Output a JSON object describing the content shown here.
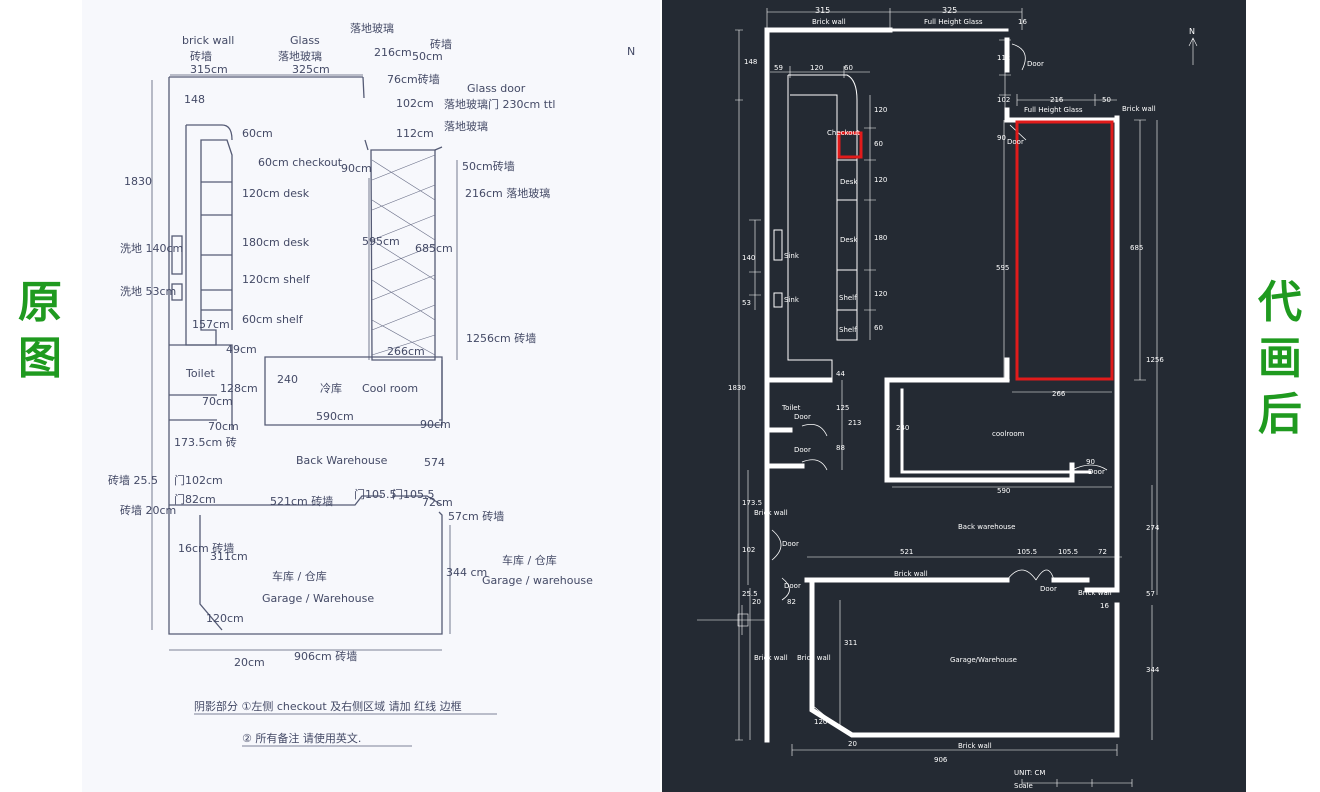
{
  "labels": {
    "left": [
      "原",
      "图"
    ],
    "right": [
      "代",
      "画",
      "后"
    ]
  },
  "colors": {
    "green": "#1f9a1f",
    "cad_bg": "#242a33",
    "highlight": "#e11b1b",
    "sketch_ink": "#444a66",
    "paper": "#f7f8fc"
  },
  "sketch": {
    "north": "N",
    "brick_wall_top": "brick wall",
    "brick_cn_top": "砖墙",
    "glass_top": "Glass",
    "glass_cn_top": "落地玻璃",
    "glass_cn_top2": "落地玻璃",
    "d315": "315cm",
    "d325": "325cm",
    "d216_top": "216cm",
    "brick_cn_2": "砖墙",
    "d50": "50cm",
    "d148": "148",
    "d76": "76cm砖墙",
    "glass_door": "Glass door",
    "glass_door_cn": "落地玻璃门 230cm ttl",
    "glass_cn_3": "落地玻璃",
    "d102": "102cm",
    "d112": "112cm",
    "d60": "60cm",
    "checkout_60": "60cm checkout",
    "desk_120": "120cm desk",
    "desk_180": "180cm desk",
    "shelf_120": "120cm shelf",
    "shelf_60": "60cm shelf",
    "d90": "90cm",
    "d50_brick": "50cm砖墙",
    "d216_glass": "216cm 落地玻璃",
    "d595": "595cm",
    "d685": "685cm",
    "d1830": "1830",
    "sink_140": "洗地 140cm",
    "sink_53": "洗地 53cm",
    "d157": "157cm",
    "d49": "49cm",
    "toilet": "Toilet",
    "d128": "128cm",
    "d70a": "70cm",
    "d70b": "70cm",
    "d266": "266cm",
    "d240": "240",
    "cool_room_cn": "冷库",
    "cool_room": "Cool room",
    "d590": "590cm",
    "d90b": "90cm",
    "d1256": "1256cm 砖墙",
    "d1735": "173.5cm 砖",
    "back_warehouse": "Back Warehouse",
    "d574": "574",
    "brick_255": "砖墙 25.5",
    "d102b": "门102cm",
    "d82": "门82cm",
    "brick_20": "砖墙 20cm",
    "d521": "521cm 砖墙",
    "door_1055a": "门105.5",
    "door_1055b": "门105.5",
    "d72": "72cm",
    "d57": "57cm 砖墙",
    "d16": "16cm 砖墙",
    "d311": "311cm",
    "garage_cn": "车库 / 仓库",
    "garage": "Garage / Warehouse",
    "d344": "344 cm",
    "garage_cn_r": "车库 / 仓库",
    "garage_r": "Garage / warehouse",
    "d120": "120cm",
    "d20": "20cm",
    "d906": "906cm 砖墙",
    "note1": "阴影部分 ①左侧 checkout 及右侧区域 请加 红线 边框",
    "note2": "② 所有备注 请使用英文."
  },
  "cad": {
    "north": "N",
    "d315": "315",
    "d325": "325",
    "brick_wall_top": "Brick wall",
    "full_height_glass_top": "Full Height Glass",
    "d16_top": "16",
    "d148": "148",
    "d59": "59",
    "d120_top": "120",
    "d60_top": "60",
    "d112": "112",
    "door_top": "Door",
    "d102": "102",
    "d216": "216",
    "d50": "50",
    "full_height_glass_mid": "Full Height Glass",
    "brick_wall_mid": "Brick wall",
    "d90_left": "90",
    "door_mid": "Door",
    "checkout": "Checkout",
    "v120a": "120",
    "v60": "60",
    "v120b": "120",
    "v180": "180",
    "v120c": "120",
    "v60b": "60",
    "desk1": "Desk",
    "desk2": "Desk",
    "shelf1": "Shelf",
    "shelf2": "Shelf",
    "d140": "140",
    "d53": "53",
    "sink1": "Sink",
    "sink2": "Sink",
    "d595": "595",
    "d685": "685",
    "d1256": "1256",
    "d1830": "1830",
    "d44": "44",
    "d125": "125",
    "d213": "213",
    "d88": "88",
    "toilet": "Toilet",
    "door_toilet": "Door",
    "door_toilet2": "Door",
    "d266": "266",
    "d240": "240",
    "coolroom": "coolroom",
    "d90_cool": "90",
    "door_cool": "Door",
    "d590": "590",
    "d1735": "173.5",
    "brick_wall_left": "Brick wall",
    "back_warehouse": "Back warehouse",
    "d274": "274",
    "d102b": "102",
    "door_left": "Door",
    "d521": "521",
    "d1055a": "105.5",
    "d1055b": "105.5",
    "d72": "72",
    "brick_wall_row": "Brick wall",
    "door_row": "Door",
    "brick_wall_row_r": "Brick wall",
    "d57": "57",
    "d16": "16",
    "d255": "25.5",
    "d20": "20",
    "d82": "82",
    "door_small": "Door",
    "d311": "311",
    "brick_wall_v1": "Brick wall",
    "brick_wall_v2": "Brick wall",
    "garage": "Garage/Warehouse",
    "d344": "344",
    "d120_diag": "120",
    "d20_bot": "20",
    "brick_wall_bot": "Brick wall",
    "d906": "906",
    "unit": "UNIT: CM",
    "scale": "Scale"
  }
}
